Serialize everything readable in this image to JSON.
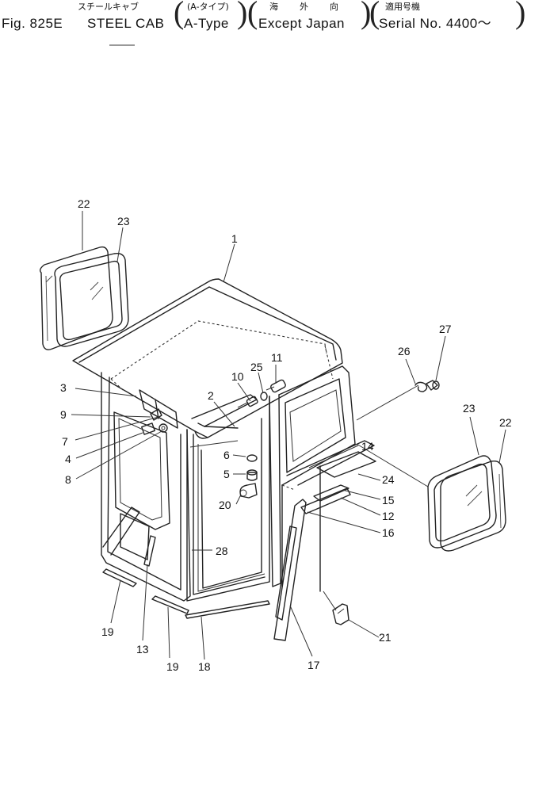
{
  "header": {
    "fig": "Fig. 825E",
    "title_en": "STEEL CAB",
    "title_jp": "スチールキャブ",
    "type_jp": "(A-タイプ)",
    "type_en": "A-Type",
    "region_jp": "海　外　向",
    "region_en": "Except Japan",
    "serial_jp": "適用号機",
    "serial_en": "Serial No. 4400～"
  },
  "diagram": {
    "callouts": [
      {
        "id": "c1",
        "label": "1"
      },
      {
        "id": "c2",
        "label": "2"
      },
      {
        "id": "c3",
        "label": "3"
      },
      {
        "id": "c4",
        "label": "4"
      },
      {
        "id": "c5",
        "label": "5"
      },
      {
        "id": "c6",
        "label": "6"
      },
      {
        "id": "c7",
        "label": "7"
      },
      {
        "id": "c8",
        "label": "8"
      },
      {
        "id": "c9",
        "label": "9"
      },
      {
        "id": "c10",
        "label": "10"
      },
      {
        "id": "c11",
        "label": "11"
      },
      {
        "id": "c12",
        "label": "12"
      },
      {
        "id": "c13",
        "label": "13"
      },
      {
        "id": "c14",
        "label": "14"
      },
      {
        "id": "c15",
        "label": "15"
      },
      {
        "id": "c16",
        "label": "16"
      },
      {
        "id": "c17",
        "label": "17"
      },
      {
        "id": "c18",
        "label": "18"
      },
      {
        "id": "c19a",
        "label": "19"
      },
      {
        "id": "c19b",
        "label": "19"
      },
      {
        "id": "c20",
        "label": "20"
      },
      {
        "id": "c21",
        "label": "21"
      },
      {
        "id": "c22a",
        "label": "22"
      },
      {
        "id": "c22b",
        "label": "22"
      },
      {
        "id": "c23a",
        "label": "23"
      },
      {
        "id": "c23b",
        "label": "23"
      },
      {
        "id": "c24",
        "label": "24"
      },
      {
        "id": "c25",
        "label": "25"
      },
      {
        "id": "c26",
        "label": "26"
      },
      {
        "id": "c27",
        "label": "27"
      },
      {
        "id": "c28",
        "label": "28"
      }
    ]
  }
}
